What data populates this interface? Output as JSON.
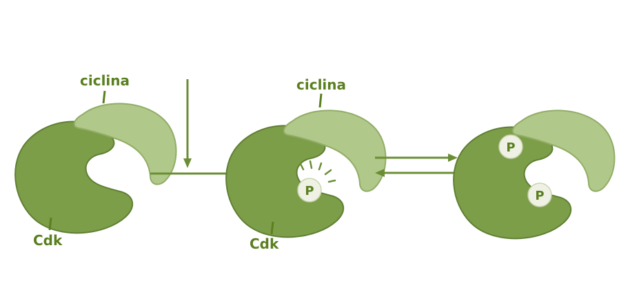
{
  "labels": {
    "cyclin_1": "ciclina",
    "cdk_1": "Cdk",
    "cyclin_2": "ciclina",
    "cdk_2": "Cdk",
    "phosphate_1": "P",
    "phosphate_2": "P",
    "phosphate_3": "P"
  },
  "colors": {
    "cdk_fill": "#7d9e48",
    "cdk_dark": "#5f7f33",
    "cyclin_fill": "#b0c889",
    "cyclin_dark": "#91ad66",
    "label_text": "#5a7f1f",
    "arrow": "#6b8e34",
    "phosphate_fill": "#eef1e4",
    "phosphate_text": "#5a7f1f"
  },
  "icons": [
    "cdk-protein-icon",
    "cyclin-protein-icon",
    "phosphate-group-icon",
    "arrow-icon",
    "equilibrium-arrows-icon"
  ]
}
